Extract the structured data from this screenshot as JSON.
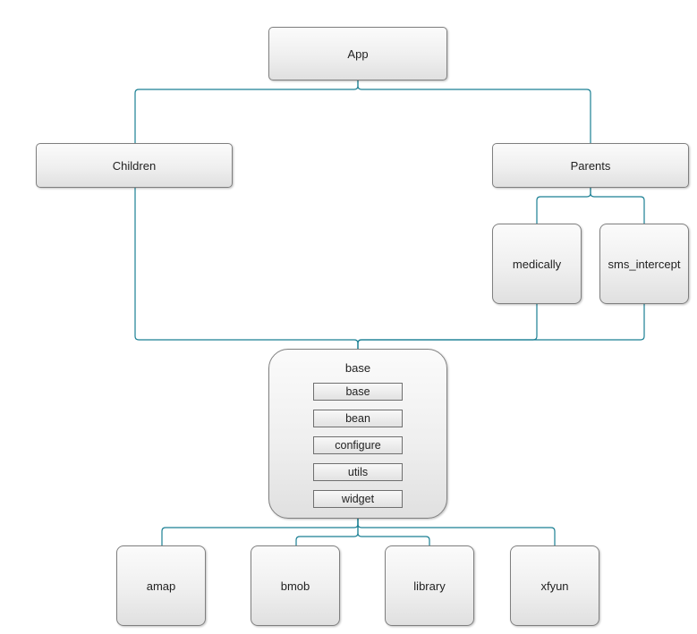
{
  "diagram": {
    "line_color": "#1a7f93",
    "node_border_color": "#7f7f7f",
    "nodes": {
      "app": "App",
      "children": "Children",
      "parents": "Parents",
      "medically": "medically",
      "sms_intercept": "sms_intercept",
      "amap": "amap",
      "bmob": "bmob",
      "library": "library",
      "xfyun": "xfyun"
    },
    "base": {
      "title": "base",
      "items": [
        "base",
        "bean",
        "configure",
        "utils",
        "widget"
      ]
    }
  }
}
